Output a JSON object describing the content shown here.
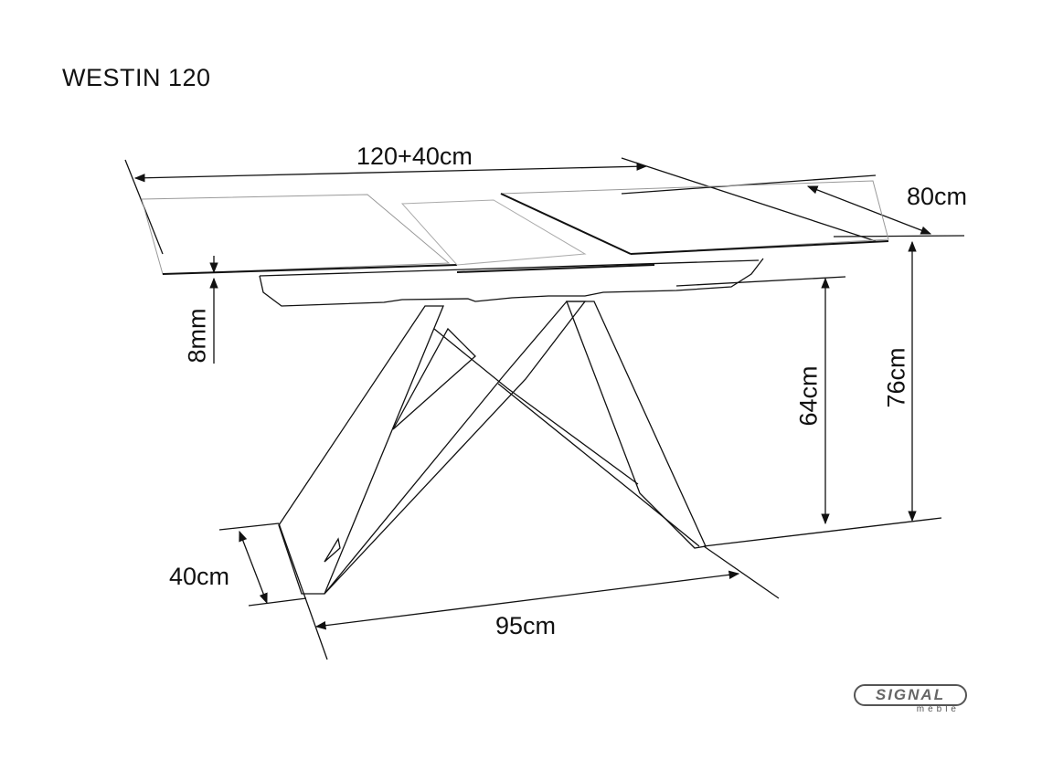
{
  "title": "WESTIN 120",
  "dimensions": {
    "length": "120+40cm",
    "width": "80cm",
    "top_thickness": "8mm",
    "leg_clearance_height": "64cm",
    "total_height": "76cm",
    "leg_depth": "40cm",
    "leg_span": "95cm"
  },
  "brand": {
    "name": "SIGNAL",
    "subtitle": "meble"
  },
  "colors": {
    "line": "#111111",
    "faint_line": "#9a9a9a",
    "logo": "#666666"
  }
}
